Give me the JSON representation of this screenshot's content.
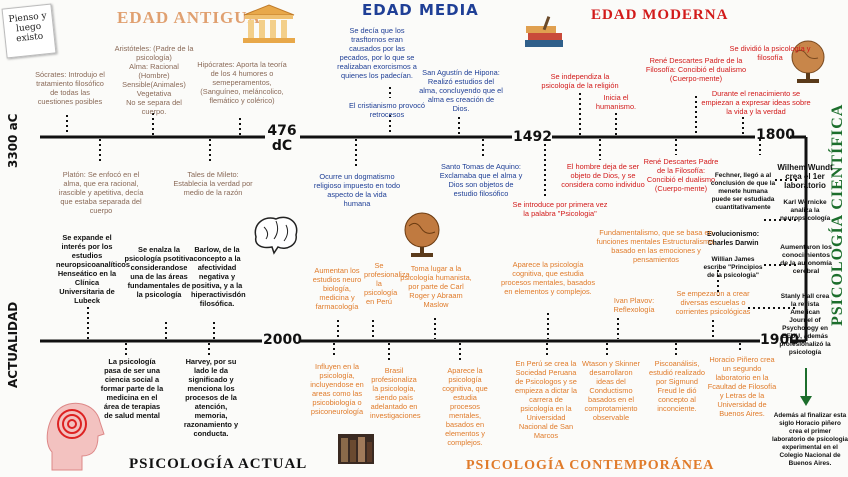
{
  "sticker": {
    "line1": "Pienso y",
    "line2": "luego",
    "line3": "existo"
  },
  "eras": {
    "antigua": "EDAD ANTIGUA",
    "media": "EDAD MEDIA",
    "moderna": "EDAD MODERNA",
    "actual": "PSICOLOGÍA ACTUAL",
    "contemporanea": "PSICOLOGÍA CONTEMPORÁNEA",
    "cientifica": "PSICOLOGÍA CIENTÍFICA"
  },
  "years": {
    "y3300": "3300 aC",
    "y476a": "476",
    "y476b": "dC",
    "y1492": "1492",
    "y1800": "1800",
    "actualidad": "ACTUALIDAD",
    "y2000": "2000",
    "y1900": "1900"
  },
  "antigua": {
    "aristoteles": "Aristóteles: (Padre de la psicología)\nAlma: Racional (Hombre)\nSensible(Animales)\nVegetativa\nNo se separa del cuerpo.",
    "socrates": "Sócrates: Introdujo el tratamiento filosófico de todas las cuestiones posibles",
    "hipocrates": "Hipócrates: Aporta la teoría de los 4 humores o semeperamentos, (Sanguíneo, meláncolico, flemático y colérico)",
    "platon": "Platón: Se enfocó en el alma, que era racional, irascible y apetitiva, decía que estaba separada del cuerpo",
    "tales": "Tales de Mileto: Establecia la verdad por medio de la razón"
  },
  "media": {
    "trastornos": "Se decía que los trasftornos eran causados por las pecados, por lo que se realizaban exorcismos a quienes los padecían.",
    "cristianismo": "El cristianismo provocó retrocesos",
    "agustin": "San Agustín de Hipona: Realizó estudios del alma, concluyendo que el alma es creación de Dios.",
    "dogmatismo": "Ocurre un dogmatismo religioso impuesto en todo aspecto de la vida humana",
    "tomas": "Santo Tomas de Aquino: Exclamaba que el alma y Dios son objetos de estudio filosófico"
  },
  "moderna": {
    "independiza": "Se independiza la psicología de la religión",
    "humanismo": "Inicia el humanismo.",
    "descartes1": "René Descartes Padre de la Filosofía: Concibió el dualismo (Cuerpo-mente)",
    "dividio": "Se dividió la psicología y filosofía",
    "renacimiento": "Durante el renacimiento se empiezan a expresar ideas sobre la vida y la verdad",
    "hombre": "El hombre deja de ser objeto de Dios, y se considera como individuo",
    "descartes2": "René Descartes Padre de la Filosofía: Concibió el dualismo (Cuerpo-mente)",
    "primera": "Se introduce por primera vez la palabra \"Psicologia\""
  },
  "cientifica": {
    "wundt": "Wilhem Wundt crea el 1er laboratorio",
    "fechner": "Fechner, llegó a al conclusión de que la menete humana puede ser estudiada cuantitativamente",
    "wernicke": "Karl Wernicke analiza la neuropsicología",
    "darwin": "Evolucionismo: Charles Darwin",
    "james": "Willian James escribe \"Principios de la psicologia\"",
    "aumentaron": "Aumentaron los conocimientos de la autonomía cerebral",
    "hall": "Stanly Hall crea la revista American Journel of Psychology en EEUU, además profesionalizó la psicología",
    "ademas": "Además al finalizar esta siglo Horacio piñero crea el primer laboratorio de psicologia experimental en el Colegio Nacional de Buenos Aires."
  },
  "actual": {
    "interes": "Se expande el interés por los estudios neuropsicoanalíticos Henseático en la Clínica Universitaria de Lubeck",
    "positiva": "Se enalza la psicología psotitiva considerandose una de las áreas fundamentales de la psicología",
    "barlow": "Barlow, de la concepto a la afectividad negativa y positiva, y a la hiperactivisdón filosófica.",
    "medicina": "La psicología pasa de ser una ciencia social a formar parte de la medicina en el área de terapias de salud mental",
    "harvey": "Harvey, por su lado le da significado y menciona los procesos de la atención, memoria, razonamiento y conducta."
  },
  "contemporanea": {
    "aumentan": "Aumentan los estudios neuro biología, medicina y farmacología",
    "peru_prof": "Se profesionaliza la psicología en Perú",
    "humanista": "Toma lugar a la psicología humanista, por parte de Carl Roger y Abraam Maslow",
    "cognitiva": "Aparece la psicología cognitiva, que estudia procesos mentales, basados en elementos y complejos.",
    "funcionales": "Fundamentalismo, que se basa en funciones mentales Estructuralismo, basado en las emociones y pensamientos",
    "pavlov": "Ivan Plavov: Reflexología",
    "escuelas": "Se empezaron a crear diversas escuelas o corrientes psicológicas",
    "influyen": "Influyen en la psicología, incluyendose en areas como las psicobiología o psiconeurología",
    "brasil": "Brasil profesionaliza la psicología, siendo país adelantado en investigaciones",
    "cognitiva2": "Aparece la psicología cognitiva, que estudia procesos mentales, basados en elementos y complejos.",
    "peru_soc": "En Perú se crea la Sociedad Peruana de Psicologos y se empieza a dictar la carrera de psicología en la Universidad Nacional de San Marcos",
    "watson": "Wtason y Skinner desarrollaron ideas del Conductismo basados en el comprotamiento observable",
    "psicoanalisis": "Piscoanálisis, estudió realizado por Sigmund Freud le dió concepto al inconciente.",
    "horacio": "Horacio Piñero crea un segundo laboratorio en la Fcaultad de Filosofía y Letras de la Universidad de Buenos Aires."
  },
  "colors": {
    "brown": "#8a6a58",
    "blue": "#1f3f96",
    "red": "#d21a1a",
    "orange": "#e07b2a",
    "green": "#1c6e2c",
    "era_orange": "#e0a070",
    "era_red": "#d21a1a"
  },
  "icons": [
    "columns-icon",
    "books-icon",
    "globe-icon",
    "brain-icon",
    "head-icon",
    "old-books-icon"
  ]
}
